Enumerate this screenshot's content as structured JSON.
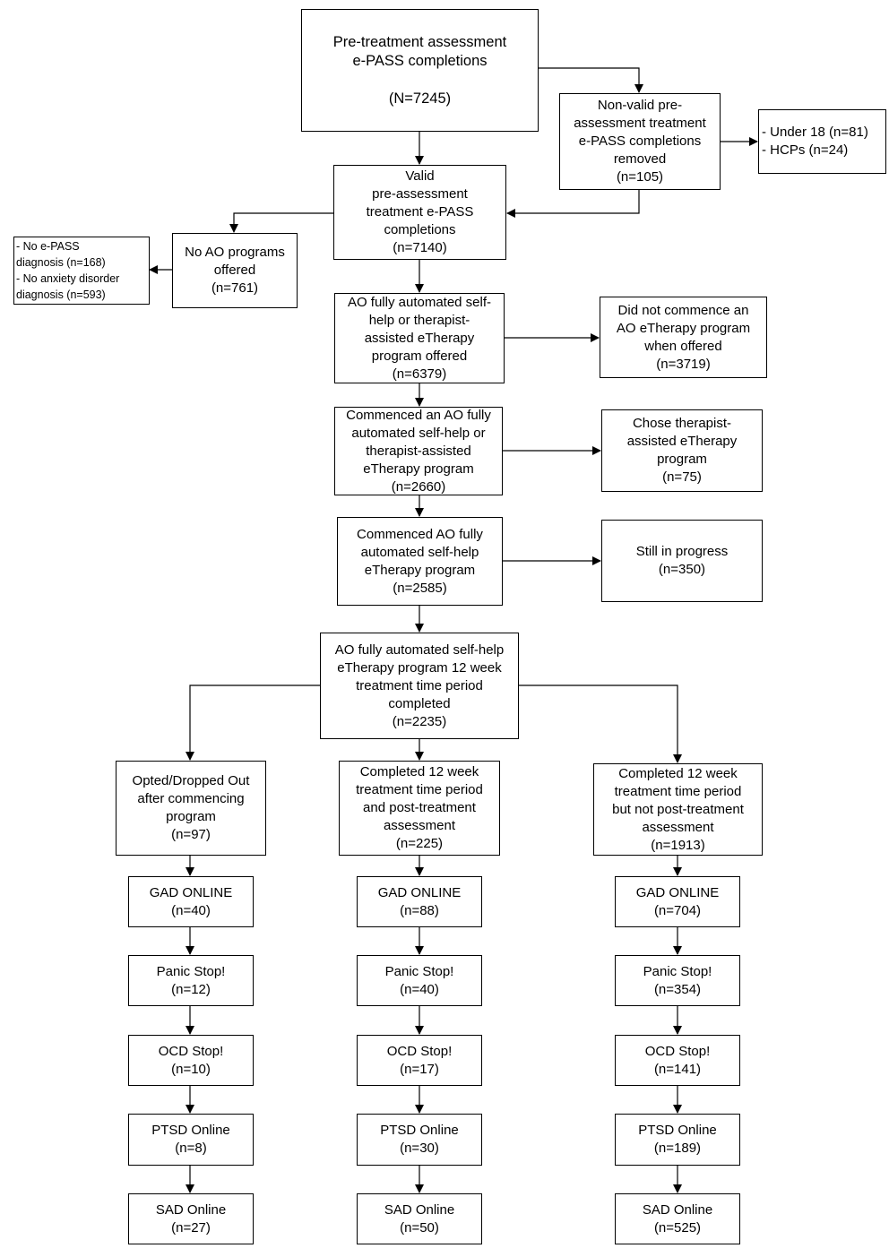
{
  "boxes": {
    "pre_treatment": "Pre-treatment assessment\ne-PASS completions\n\n(N=7245)",
    "non_valid": "Non-valid pre-\nassessment treatment\ne-PASS completions\nremoved\n(n=105)",
    "removed_detail": "- Under 18 (n=81)\n- HCPs (n=24)",
    "valid": "Valid\npre-assessment\ntreatment e-PASS\ncompletions\n(n=7140)",
    "no_ao": "No AO programs\noffered\n(n=761)",
    "no_ao_detail": "- No e-PASS\ndiagnosis (n=168)\n- No anxiety disorder\ndiagnosis (n=593)",
    "offered": "AO fully automated self-\nhelp or therapist-\nassisted eTherapy\nprogram offered\n(n=6379)",
    "did_not_commence": "Did not commence an\nAO eTherapy program\nwhen offered\n(n=3719)",
    "commenced_any": "Commenced an AO fully\nautomated self-help or\ntherapist-assisted\neTherapy program\n(n=2660)",
    "chose_therapist": "Chose therapist-\nassisted eTherapy\nprogram\n(n=75)",
    "commenced_self_help": "Commenced AO fully\nautomated self-help\neTherapy program\n(n=2585)",
    "in_progress": "Still in progress\n(n=350)",
    "completed_period": "AO fully automated self-help\neTherapy program 12 week\ntreatment time period\ncompleted\n(n=2235)"
  },
  "columns": [
    {
      "header": "Opted/Dropped Out\nafter commencing\nprogram\n(n=97)",
      "programs": [
        "GAD ONLINE\n(n=40)",
        "Panic Stop!\n(n=12)",
        "OCD Stop!\n(n=10)",
        "PTSD Online\n(n=8)",
        "SAD Online\n(n=27)"
      ]
    },
    {
      "header": "Completed 12 week\ntreatment time period\nand post-treatment\nassessment\n(n=225)",
      "programs": [
        "GAD ONLINE\n(n=88)",
        "Panic Stop!\n(n=40)",
        "OCD Stop!\n(n=17)",
        "PTSD Online\n(n=30)",
        "SAD Online\n(n=50)"
      ]
    },
    {
      "header": "Completed 12 week\ntreatment time period\nbut not post-treatment\nassessment\n(n=1913)",
      "programs": [
        "GAD ONLINE\n(n=704)",
        "Panic Stop!\n(n=354)",
        "OCD Stop!\n(n=141)",
        "PTSD Online\n(n=189)",
        "SAD Online\n(n=525)"
      ]
    }
  ]
}
